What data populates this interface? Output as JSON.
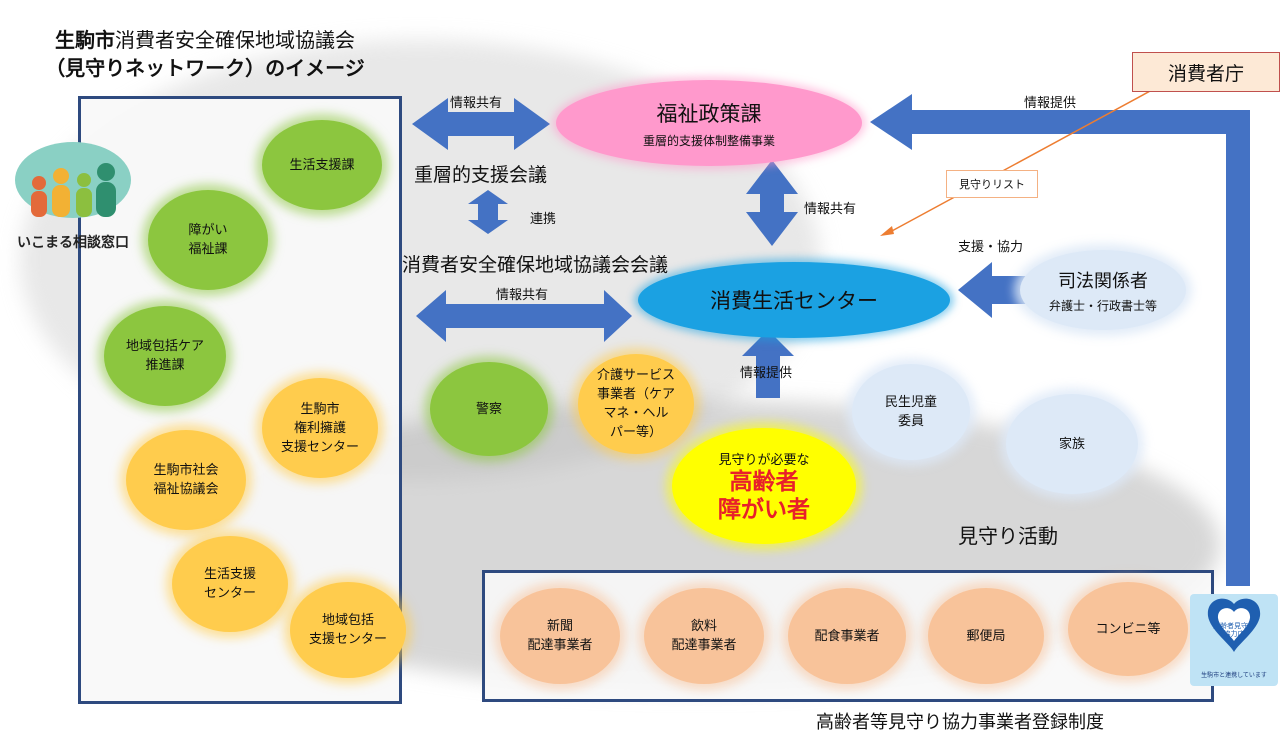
{
  "title": {
    "line1_bold": "生駒市",
    "line1_rest": "消費者安全確保地域協議会",
    "line2": "（見守りネットワーク）のイメージ"
  },
  "logo": {
    "text": "いこまる相談窓口"
  },
  "left_panel_items": [
    {
      "key": "seikatsu-shienka",
      "label": "生活支援課",
      "color": "green"
    },
    {
      "key": "shogai-fukushika",
      "label": "障がい\n福祉課",
      "color": "green"
    },
    {
      "key": "chiiki-houkatsu-care",
      "label": "地域包括ケア\n推進課",
      "color": "green"
    },
    {
      "key": "kenri-yogo",
      "label": "生駒市\n権利擁護\n支援センター",
      "color": "orange"
    },
    {
      "key": "shakai-fukushi",
      "label": "生駒市社会\n福祉協議会",
      "color": "orange"
    },
    {
      "key": "seikatsu-shien-center",
      "label": "生活支援\nセンター",
      "color": "orange"
    },
    {
      "key": "chiiki-houkatsu-center",
      "label": "地域包括\n支援センター",
      "color": "orange"
    }
  ],
  "fukushi": {
    "title": "福祉政策課",
    "subtitle": "重層的支援体制整備事業"
  },
  "consumer_center": {
    "label": "消費生活センター"
  },
  "shiho": {
    "title": "司法関係者",
    "subtitle": "弁護士・行政書士等"
  },
  "shohishacho": {
    "label": "消費者庁"
  },
  "mimamori_list": {
    "label": "見守りリスト"
  },
  "labels": {
    "joho_kyoyu": "情報共有",
    "joho_teikyo": "情報提供",
    "renkei": "連携",
    "shien_kyoryoku": "支援・協力",
    "jusou_kaigi": "重層的支援会議",
    "kyogikai_kaigi": "消費者安全確保地域協議会会議",
    "mimamori_katsudo": "見守り活動",
    "jigyosha_seido": "高齢者等見守り協力事業者登録制度"
  },
  "middle_nodes": [
    {
      "key": "keisatsu",
      "label": "警察",
      "color": "green"
    },
    {
      "key": "kaigo",
      "label": "介護サービス\n事業者（ケア\nマネ・ヘル\nパー等）",
      "color": "orange"
    },
    {
      "key": "minsei",
      "label": "民生児童\n委員",
      "color": "blue-light"
    },
    {
      "key": "kazoku",
      "label": "家族",
      "color": "blue-light"
    }
  ],
  "target": {
    "line1": "見守りが必要な",
    "line2": "高齢者",
    "line3": "障がい者"
  },
  "business_items": [
    {
      "key": "shinbun",
      "label": "新聞\n配達事業者"
    },
    {
      "key": "inryo",
      "label": "飲料\n配達事業者"
    },
    {
      "key": "haishoku",
      "label": "配食事業者"
    },
    {
      "key": "yubin",
      "label": "郵便局"
    },
    {
      "key": "conveni",
      "label": "コンビニ等"
    }
  ],
  "badge": {
    "title": "高齢者見守り\n協力店",
    "footer": "生駒市と連携しています"
  },
  "colors": {
    "arrow": "#4472c4",
    "panel_border": "#2e4a7f",
    "fukushi_pink": "#ff99cc",
    "center_blue": "#1ba1e2",
    "target_yellow": "#ffff00",
    "target_red": "#e8202a",
    "orange_line": "#ed7d31"
  }
}
